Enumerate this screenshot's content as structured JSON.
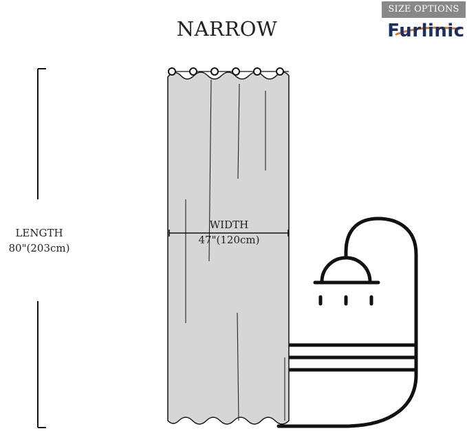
{
  "badge": {
    "label": "SIZE OPTIONS"
  },
  "brand": {
    "name": "Furlinic",
    "color": "#1c2f63",
    "accent": "#d9772a"
  },
  "title": "NARROW",
  "length": {
    "label": "LENGTH",
    "value": "80\"(203cm)"
  },
  "width": {
    "label": "WIDTH",
    "value": "47\"(120cm)"
  },
  "colors": {
    "curtain": "#d6d6d6",
    "outline": "#111111",
    "badge_bg": "#888888"
  },
  "icons": [
    "shower-head-icon",
    "bathtub-icon",
    "grommet-icon"
  ]
}
